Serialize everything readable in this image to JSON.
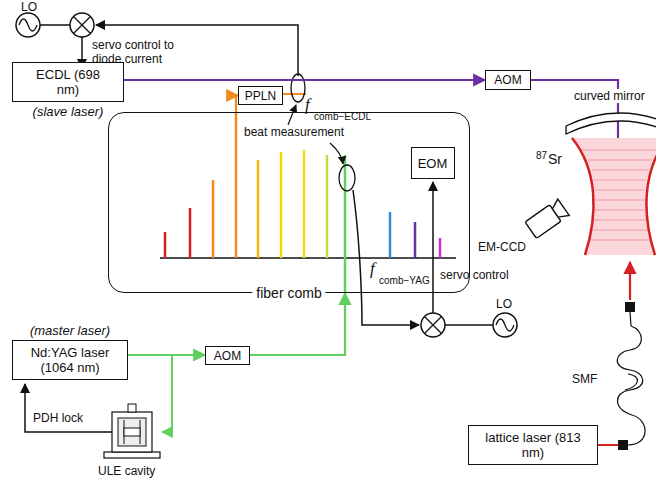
{
  "diagram": {
    "nodes": [
      {
        "text": [
          "ECDL (698 nm)",
          "(slave laser)"
        ]
      },
      {
        "text": [
          "PPLN"
        ]
      },
      {
        "text": [
          "AOM"
        ]
      },
      {
        "text": [
          "fiber comb"
        ]
      },
      {
        "text": [
          "EOM"
        ],
        "in": 3
      },
      {
        "text": [
          "(master laser)",
          "Nd:YAG laser (1064 nm)"
        ]
      },
      {
        "text": [
          "AOM"
        ]
      },
      {
        "text": [
          "lattice laser (813 nm)"
        ]
      }
    ],
    "edges": [
      {
        "from": 0,
        "to": 2,
        "arrow": "to"
      },
      {
        "from": 3,
        "to": 1,
        "arrow": "to"
      },
      {
        "from": 5,
        "to": 6,
        "arrow": "to"
      },
      {
        "from": 6,
        "to": 3,
        "arrow": "to"
      }
    ],
    "labels": [
      "LO",
      "servo control to diode current",
      "f",
      "comb−ECDL",
      "beat measurement",
      "87",
      "Sr",
      "curved mirror",
      "EM-CCD",
      "f",
      "comb−YAG",
      "servo control",
      "LO",
      "PDH lock",
      "ULE cavity",
      "SMF"
    ]
  }
}
